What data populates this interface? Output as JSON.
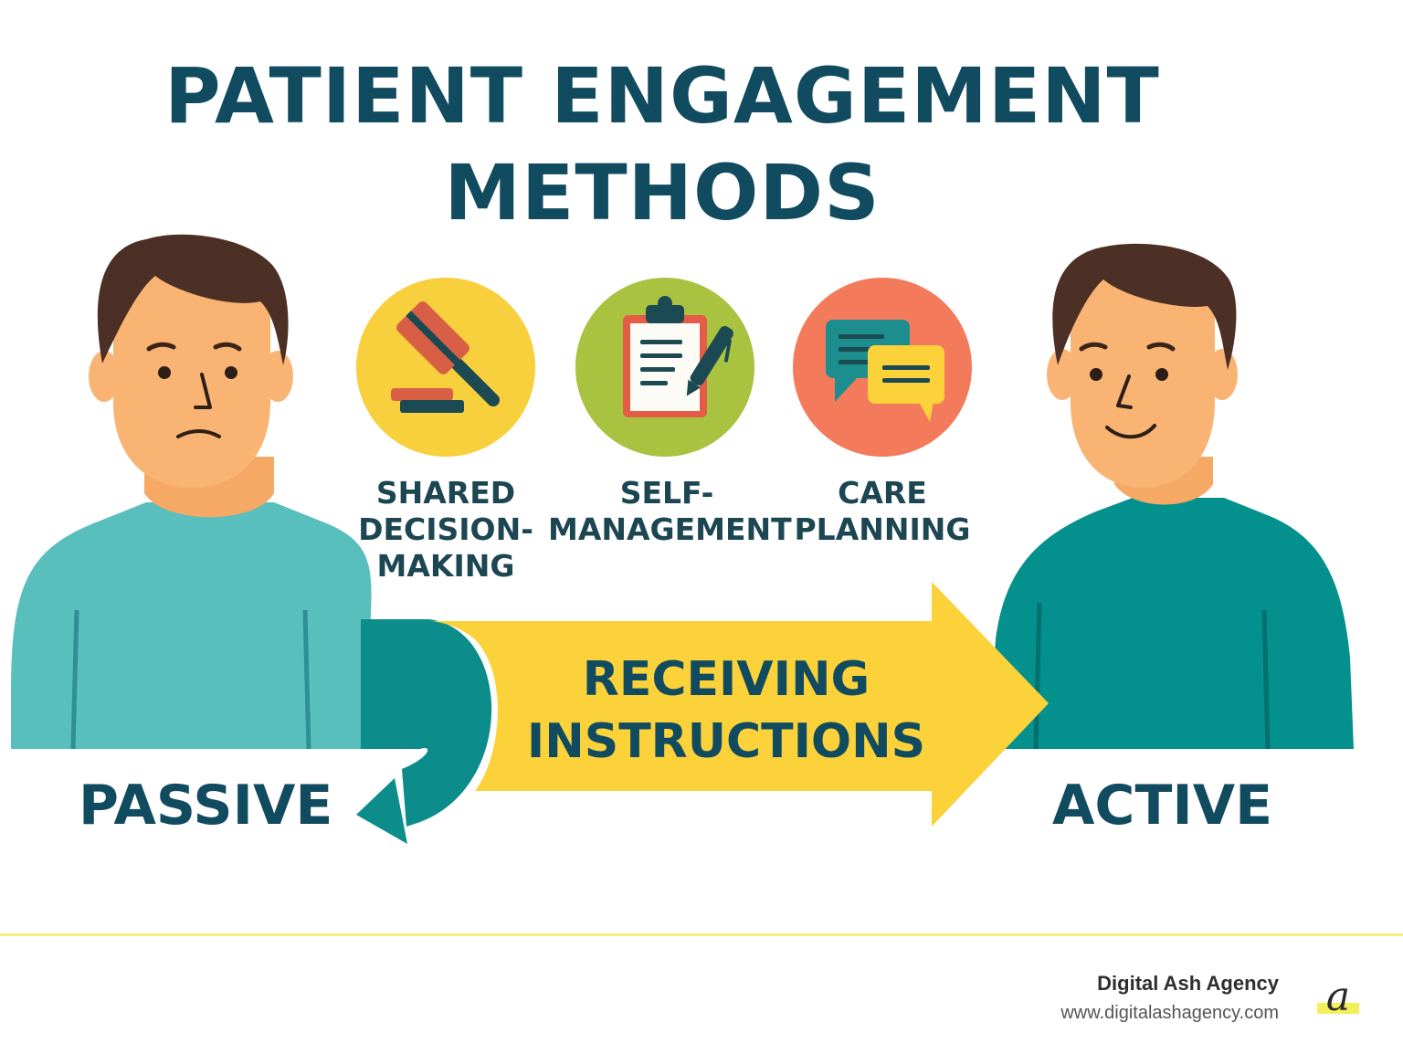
{
  "title": {
    "line1": "PATIENT ENGAGEMENT",
    "line2": "METHODS"
  },
  "methods": [
    {
      "icon": "gavel-icon",
      "label": "SHARED\nDECISION-\nMAKING",
      "color": "#f8cf3c"
    },
    {
      "icon": "clipboard-icon",
      "label": "SELF-\nMANAGEMENT",
      "color": "#a9c23f"
    },
    {
      "icon": "chat-bubbles-icon",
      "label": "CARE\nPLANNING",
      "color": "#f47a5c"
    }
  ],
  "flow": {
    "label": "RECEIVING\nINSTRUCTIONS",
    "arrow_color": "#fcd23b",
    "loop_color": "#0d8c8c"
  },
  "passive_label": "PASSIVE",
  "active_label": "ACTIVE",
  "colors": {
    "text_dark": "#114b5f",
    "passive_shirt": "#58bfbd",
    "active_shirt": "#04908c",
    "skin": "#f9b473",
    "hair": "#4c2f25"
  },
  "footer": {
    "agency_name": "Digital Ash Agency",
    "agency_url": "www.digitalashagency.com",
    "logo_letter": "a"
  }
}
